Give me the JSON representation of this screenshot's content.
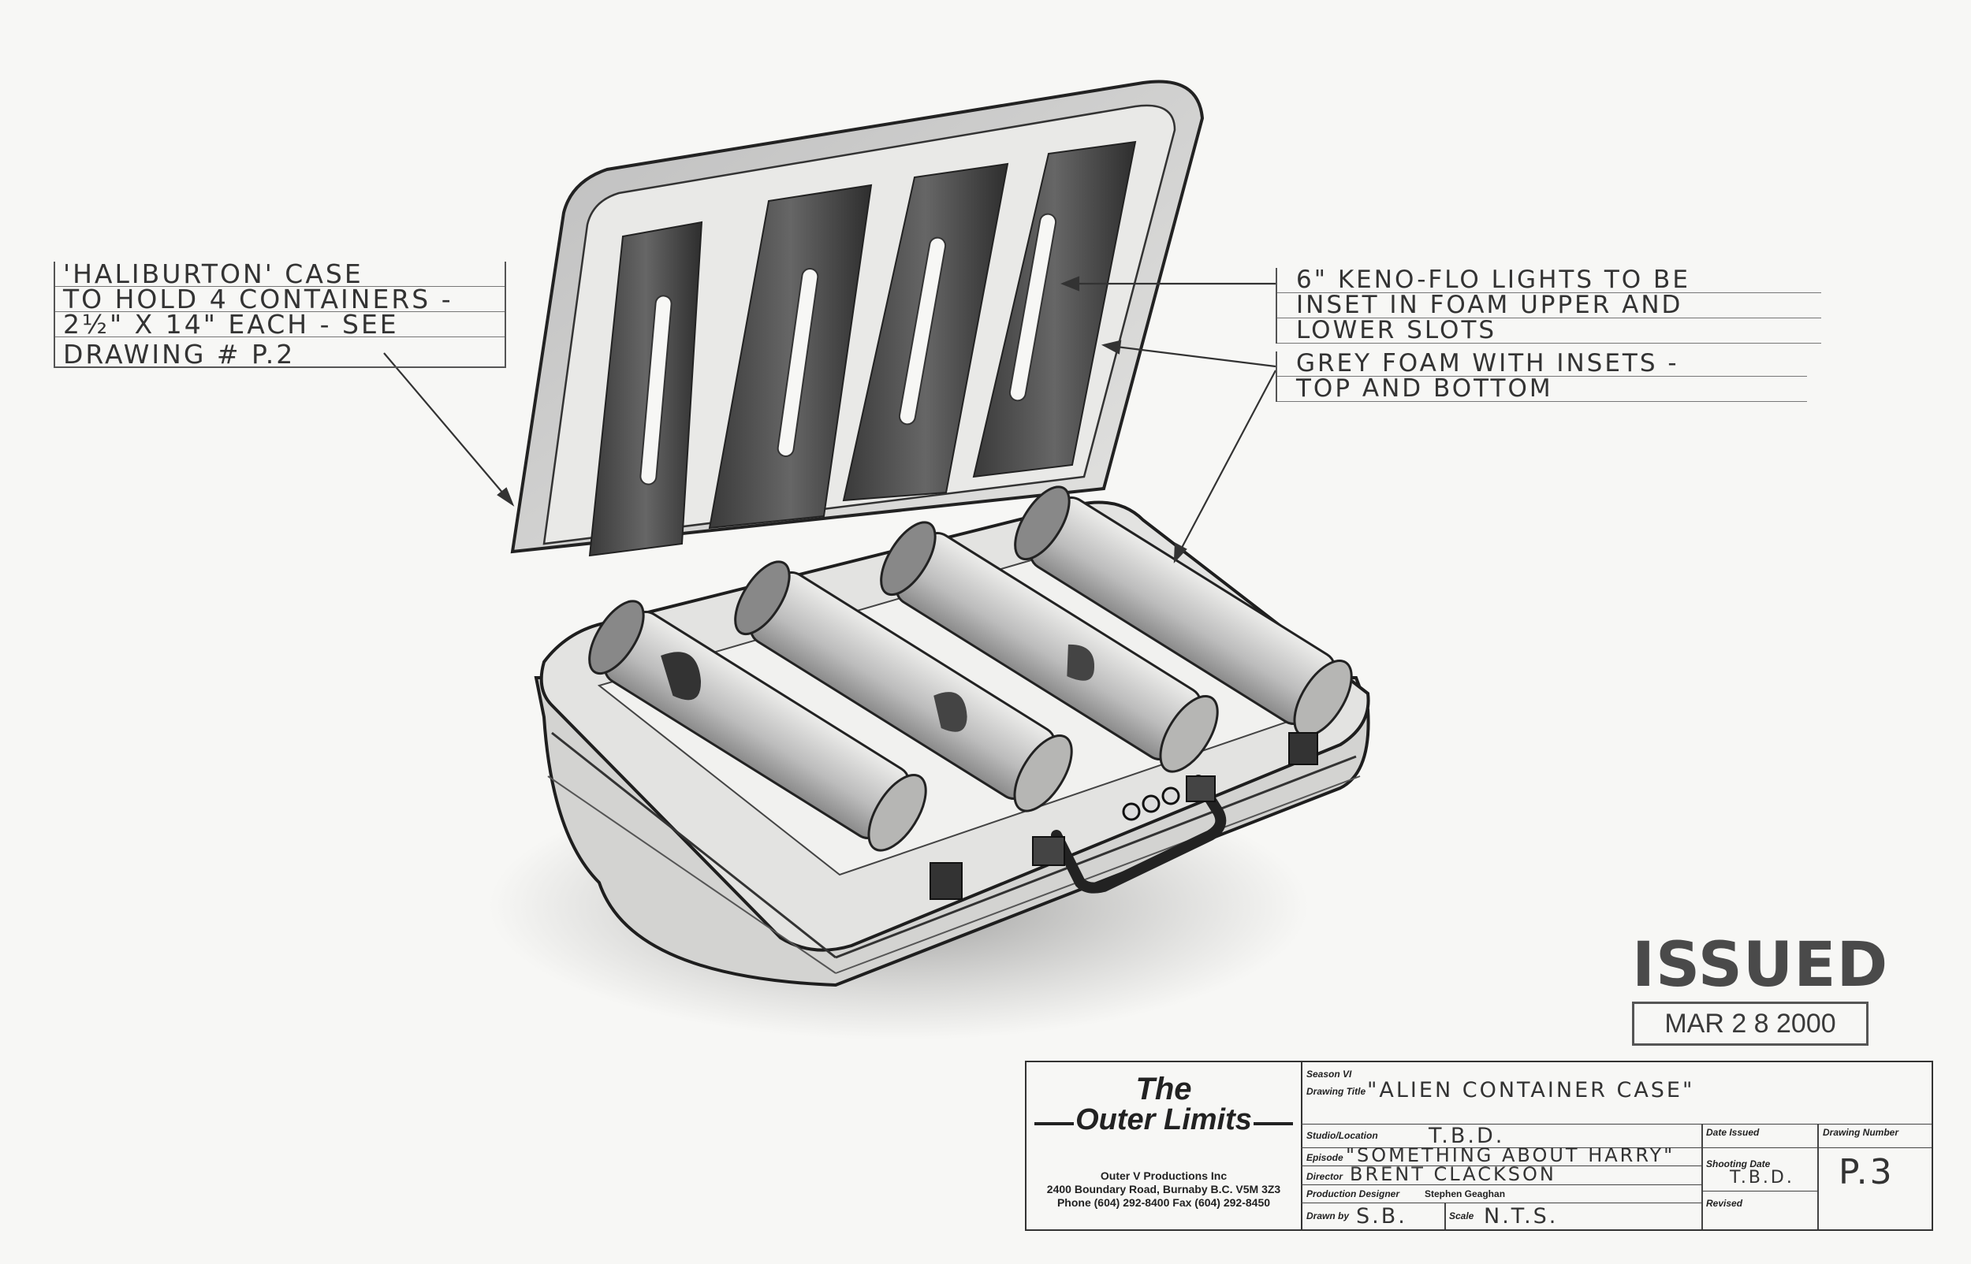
{
  "notes": {
    "left": [
      "'HALIBURTON' CASE",
      "TO HOLD 4 CONTAINERS -",
      "2½\" X 14\" EACH - SEE",
      "DRAWING # P.2"
    ],
    "lights": [
      "6\" KENO-FLO LIGHTS TO BE",
      "INSET IN FOAM UPPER AND",
      "LOWER SLOTS"
    ],
    "foam": [
      "GREY FOAM WITH INSETS -",
      "TOP AND BOTTOM"
    ]
  },
  "stamp": {
    "word": "ISSUED",
    "date": "MAR 2 8 2000"
  },
  "title_block": {
    "logo": {
      "the": "The",
      "name": "Outer Limits"
    },
    "company": [
      "Outer V Productions Inc",
      "2400 Boundary Road, Burnaby B.C. V5M 3Z3",
      "Phone (604) 292-8400  Fax (604) 292-8450"
    ],
    "season_label": "Season VI",
    "drawing_title_label": "Drawing Title",
    "drawing_title": "\"ALIEN CONTAINER CASE\"",
    "studio_label": "Studio/Location",
    "studio": "T.B.D.",
    "episode_label": "Episode",
    "episode": "\"SOMETHING ABOUT HARRY\"",
    "director_label": "Director",
    "director": "BRENT CLACKSON",
    "designer_label": "Production Designer",
    "designer": "Stephen Geaghan",
    "drawn_by_label": "Drawn by",
    "drawn_by": "S.B.",
    "scale_label": "Scale",
    "scale": "N.T.S.",
    "date_issued_label": "Date Issued",
    "shooting_date_label": "Shooting Date",
    "shooting_date": "T.B.D.",
    "revised_label": "Revised",
    "drawing_number_label": "Drawing Number",
    "drawing_number": "P.3"
  }
}
